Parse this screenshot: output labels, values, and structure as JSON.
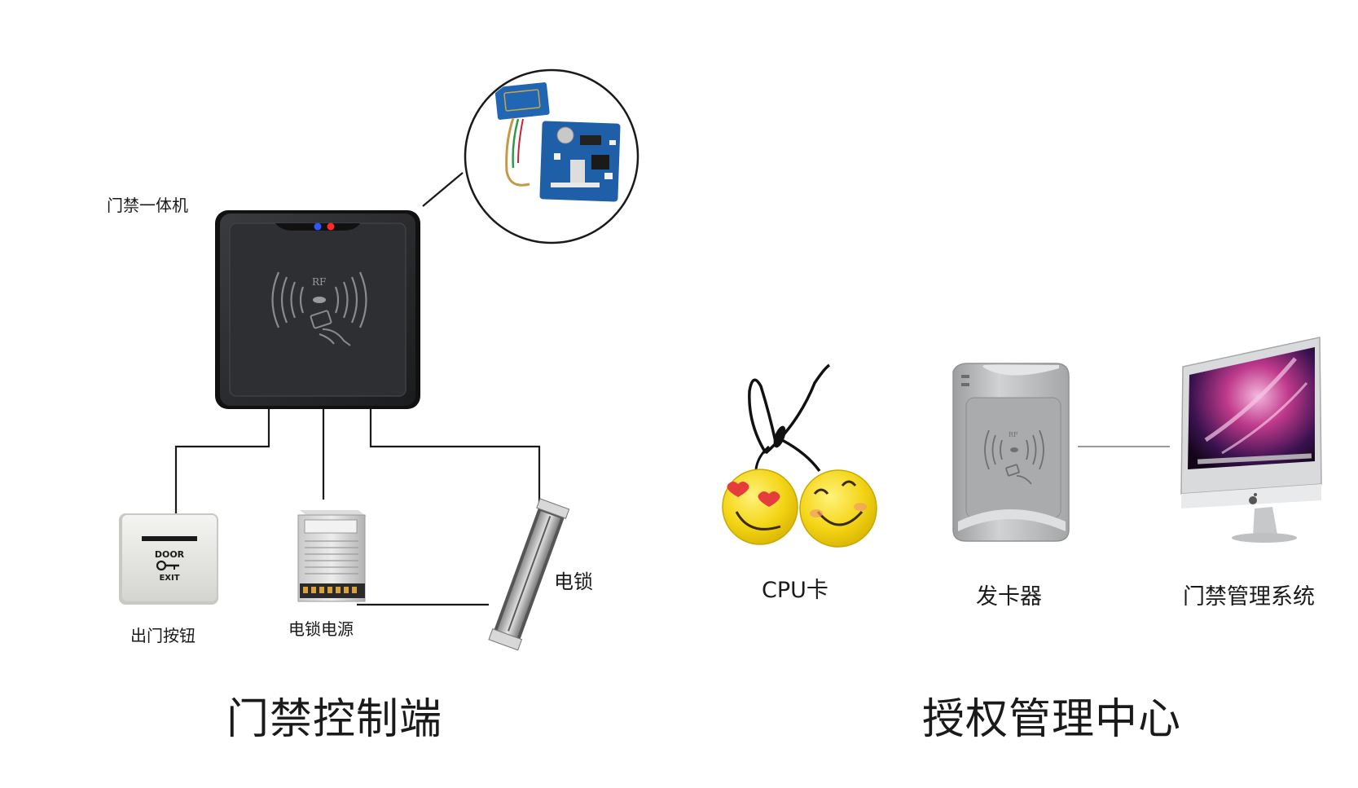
{
  "left": {
    "title": "门禁控制端",
    "device_label": "门禁一体机",
    "exit_button_label": "出门按钮",
    "lock_power_label": "电锁电源",
    "lock_label": "电锁",
    "exit_plate_text": [
      "DOOR",
      "EXIT"
    ],
    "reader_text": "RF"
  },
  "right": {
    "title": "授权管理中心",
    "card_label": "CPU卡",
    "issuer_label": "发卡器",
    "system_label": "门禁管理系统",
    "issuer_text": "RF"
  },
  "colors": {
    "reader_body": "#2b2c2e",
    "pcb_blue": "#1f5fa8",
    "tag_yellow": "#f4d516",
    "issuer_silver": "#b9bbbd",
    "screen_pink": "#c03a8c"
  }
}
